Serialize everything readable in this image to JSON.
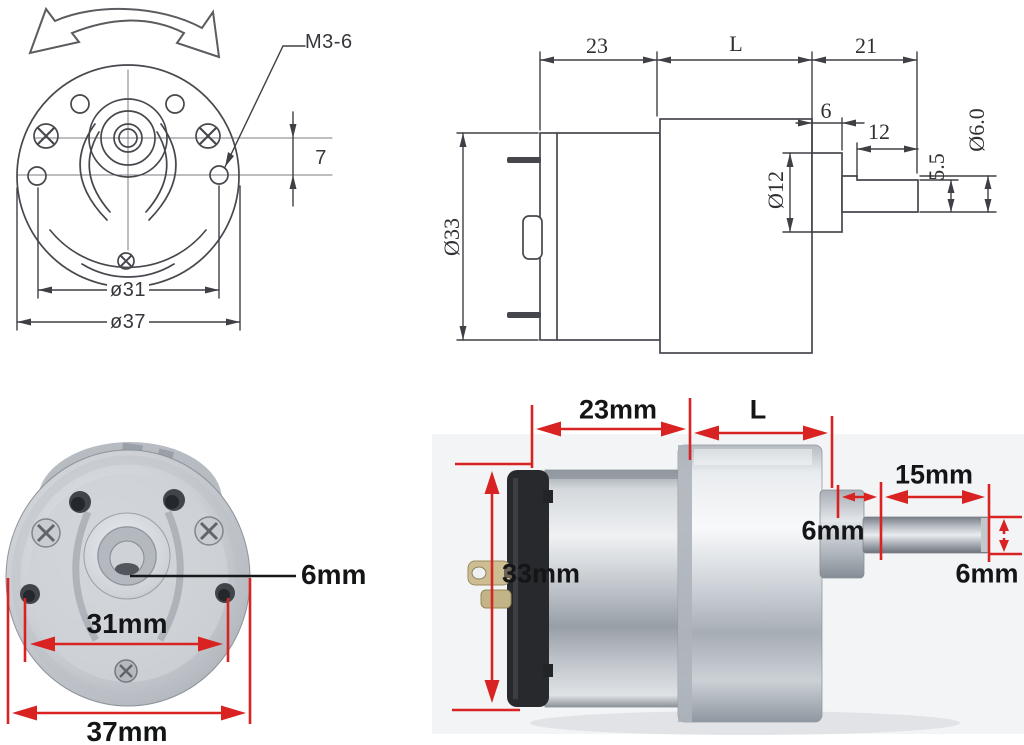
{
  "figure_title": "DC gear motor dimension diagram",
  "colors": {
    "background": "#ffffff",
    "drawing_line": "#46484e",
    "dimension_red": "#d92323",
    "label_black": "#141516"
  },
  "front_drawing": {
    "thread_callout": "M3-6",
    "hole_offset": "7",
    "bolt_circle_dia": "ø31",
    "outer_dia": "ø37"
  },
  "side_drawing": {
    "motor_length": "23",
    "gearbox_length": "L",
    "shaft_section_length": "21",
    "boss_length": "6",
    "flat_length": "12",
    "boss_dia": "Ø12",
    "body_dia": "Ø33",
    "flat_height": "5.5",
    "shaft_dia": "Ø6.0"
  },
  "front_photo": {
    "bolt_circle_dia": "31mm",
    "outer_dia": "37mm",
    "shaft_dia": "6mm"
  },
  "side_photo": {
    "motor_length": "23mm",
    "gearbox_length": "L",
    "shaft_length": "15mm",
    "boss_length": "6mm",
    "body_dia": "33mm",
    "shaft_dia": "6mm"
  }
}
